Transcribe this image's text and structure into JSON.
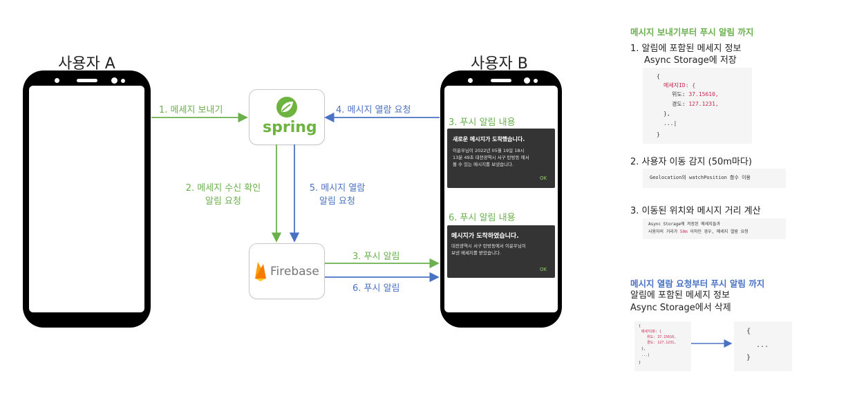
{
  "users": {
    "a_label": "사용자 A",
    "b_label": "사용자 B"
  },
  "nodes": {
    "spring_text": "spring",
    "firebase_text": "Firebase"
  },
  "steps": {
    "s1": "1. 메세지 보내기",
    "s2_line1": "2. 메세지 수신 확인",
    "s2_line2": "알림 요청",
    "s3": "3. 푸시 알림",
    "s4": "4. 메시지 열람 요청",
    "s5_line1": "5. 메시지 열람",
    "s5_line2": "알림 요청",
    "s6": "6. 푸시 알림"
  },
  "phone_b": {
    "notif1": {
      "label": "3. 푸시 알림 내용",
      "title": "새로운 메시지가 도착했습니다.",
      "body_lines": [
        "이윤우님이 2022년 05월 19일 18시",
        "13분 49초 대전광역시 서구 탄방동 에서",
        "볼 수 있는 메시지를 보냈습니다."
      ],
      "ok": "OK"
    },
    "notif2": {
      "label": "6. 푸시 알림 내용",
      "title": "메시지가 도착하였습니다.",
      "body_lines": [
        "대전광역시 서구 탄방동에서 이윤우님이",
        "보낸 메세지를 받았습니다."
      ],
      "ok": "OK"
    }
  },
  "side": {
    "section1_title": "메시지 보내기부터 푸시 알림 까지",
    "item1_line1": "1. 알림에 포함된 메세지 정보",
    "item1_line2": "Async Storage에 저장",
    "code1": {
      "open": "{",
      "key": "메세지ID: {",
      "lat_label": "위도: ",
      "lat_value": "37.15610,",
      "lng_label": "경도: ",
      "lng_value": "127.1231,",
      "inner_close": "},",
      "ellipsis": "...|",
      "close": "}"
    },
    "item2": "2. 사용자 이동 감지 (50m마다)",
    "code2": "Geolocation의 watchPosition 함수 이용",
    "item3": "3. 이동된 위치와 메시지 거리 계산",
    "code3_line1": "Async Storage에 저장된 메세지들과",
    "code3_line2_a": "사용자의 거리가 ",
    "code3_line2_b": "50m",
    "code3_line2_c": " 이하인 경우, 메세지 열람 요청",
    "section2_title": "메시지 열람 요청부터 푸시 알림 까지",
    "item4_line1": "알림에 포함된 메세지 정보",
    "item4_line2": "Async Storage에서 삭제",
    "code4": {
      "open": "{",
      "key": "메세지ID: {",
      "lat": "위도: 37.15610,",
      "lng": "경도: 127.1231,",
      "inner_close": "},",
      "ellipsis": "...|",
      "close": "}"
    },
    "code5": {
      "open": "{",
      "ellipsis": "...",
      "close": "}"
    }
  },
  "colors": {
    "green": "#6ab04c",
    "blue": "#4a72c4",
    "notif_bg": "#343434"
  }
}
